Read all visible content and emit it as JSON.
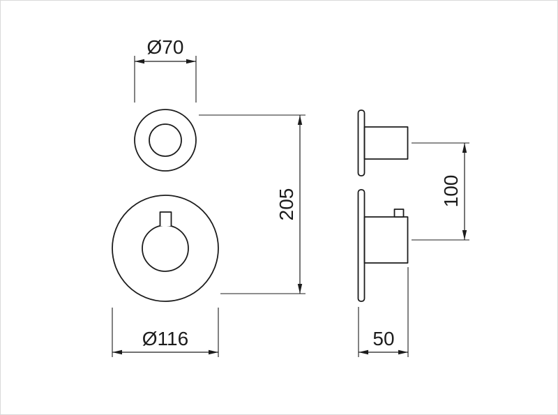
{
  "dimensions": {
    "top_diameter": "Ø70",
    "bottom_diameter": "Ø116",
    "total_height": "205",
    "center_distance": "100",
    "depth": "50"
  },
  "colors": {
    "line": "#1c1c1c",
    "background": "#ffffff"
  }
}
